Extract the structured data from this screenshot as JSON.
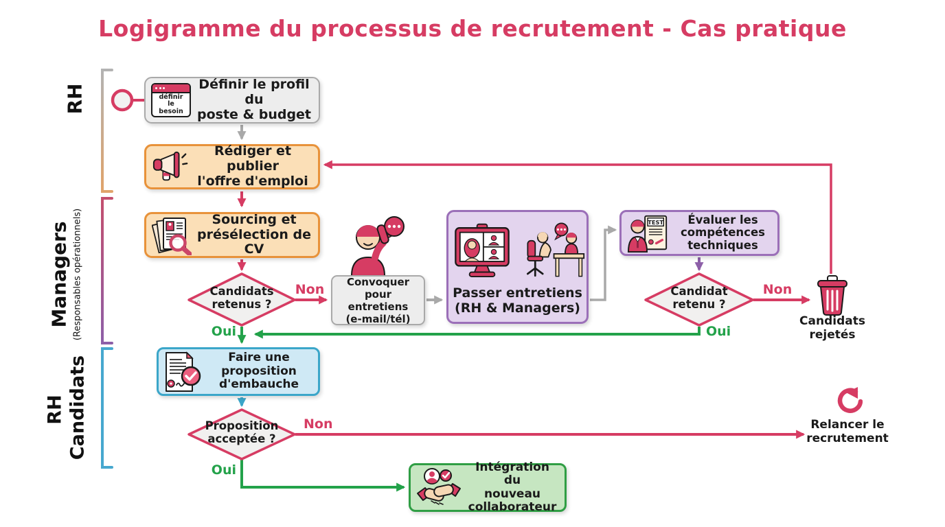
{
  "title": "Logigramme du processus de recrutement - Cas pratique",
  "lanes": {
    "rh": {
      "label": "RH"
    },
    "managers": {
      "label": "Managers",
      "sublabel": "(Responsables opérationnels)"
    },
    "rh_candidats": {
      "line1": "RH",
      "line2": "Candidats"
    }
  },
  "nodes": {
    "definir_profil": {
      "label": [
        "Définir le profil du",
        "poste & budget"
      ],
      "icon_text": [
        "définir",
        "le",
        "besoin"
      ]
    },
    "rediger_offre": {
      "label": [
        "Rédiger et publier",
        "l'offre d'emploi"
      ]
    },
    "sourcing": {
      "label": [
        "Sourcing et",
        "présélection de CV"
      ]
    },
    "candidats_retenus": {
      "label": [
        "Candidats",
        "retenus ?"
      ]
    },
    "convoquer": {
      "label": [
        "Convoquer",
        "pour entretiens",
        "(e-mail/tél)"
      ]
    },
    "passer_entretiens": {
      "label": [
        "Passer entretiens",
        "(RH & Managers)"
      ]
    },
    "evaluer": {
      "label": [
        "Évaluer les",
        "compétences",
        "techniques"
      ],
      "icon_text": "TEST"
    },
    "candidat_retenu": {
      "label": [
        "Candidat",
        "retenu ?"
      ]
    },
    "candidats_rejetes": {
      "label": [
        "Candidats",
        "rejetés"
      ]
    },
    "proposition": {
      "label": [
        "Faire une",
        "proposition",
        "d'embauche"
      ]
    },
    "proposition_acceptee": {
      "label": [
        "Proposition",
        "acceptée ?"
      ]
    },
    "relancer": {
      "label": [
        "Relancer le",
        "recrutement"
      ]
    },
    "integration": {
      "label": [
        "Intégration du",
        "nouveau",
        "collaborateur"
      ]
    }
  },
  "edge_labels": {
    "candidats_retenus_non": "Non",
    "candidats_retenus_oui": "Oui",
    "candidat_retenu_non": "Non",
    "candidat_retenu_oui": "Oui",
    "proposition_non": "Non",
    "proposition_oui": "Oui"
  },
  "colors": {
    "title": "#d63c63",
    "arrow_red": "#d63c63",
    "arrow_green": "#23a24a",
    "arrow_gray": "#a9a9a9",
    "arrow_purple": "#8d5fa8",
    "arrow_teal": "#3ba6c9",
    "orange_border": "#e8923a",
    "purple_border": "#9b6fb8",
    "blue_border": "#3ba6c9",
    "green_border": "#2f9e44"
  }
}
